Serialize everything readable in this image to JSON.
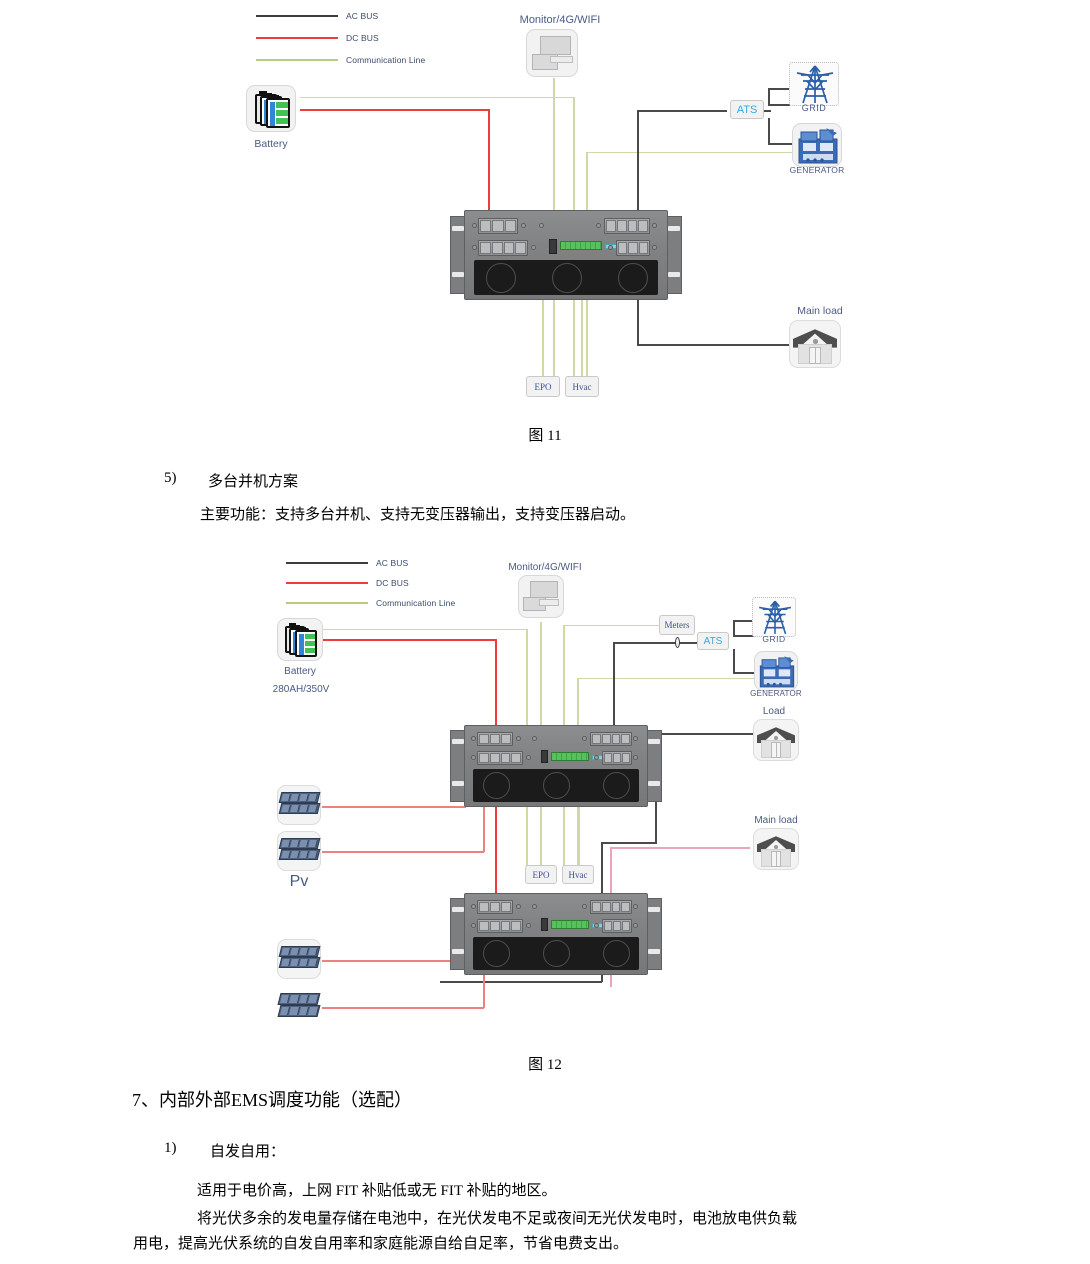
{
  "document": {
    "figure1_caption": "图  11",
    "figure2_caption": "图  12",
    "list_item_5_num": "5)",
    "list_item_5_text": "多台并机方案",
    "list_item_5_desc": "主要功能：支持多台并机、支持无变压器输出，支持变压器启动。",
    "section_7_title": "7、内部外部EMS调度功能（选配）",
    "list_item_1_num": "1)",
    "list_item_1_text": "自发自用：",
    "para_1": "适用于电价高，上网 FIT 补贴低或无 FIT 补贴的地区。",
    "para_2_line1": "将光伏多余的发电量存储在电池中，在光伏发电不足或夜间无光伏发电时，电池放电供负载",
    "para_2_line2": "用电，提高光伏系统的自发自用率和家庭能源自给自足率，节省电费支出。"
  },
  "legend": {
    "ac_bus": "AC BUS",
    "dc_bus": "DC BUS",
    "communication_line": "Communication Line"
  },
  "colors": {
    "ac_bus": "#4a4a4a",
    "dc_bus": "#ef3b3b",
    "communication_line": "#cfd9a8",
    "label_blue": "#4a5a86",
    "ats_blue": "#35a8e0",
    "pink_load": "#e8a6b8"
  },
  "diagram1": {
    "monitor_label": "Monitor/4G/WIFI",
    "battery_label": "Battery",
    "ats_label": "ATS",
    "grid_label": "GRID",
    "generator_label": "GENERATOR",
    "main_load_label": "Main load",
    "epo_label": "EPO",
    "hvac_label": "Hvac"
  },
  "diagram2": {
    "monitor_label": "Monitor/4G/WIFI",
    "battery_label": "Battery",
    "battery_spec": "280AH/350V",
    "meters_label": "Meters",
    "ats_label": "ATS",
    "grid_label": "GRID",
    "generator_label": "GENERATOR",
    "load_label": "Load",
    "main_load_label": "Main load",
    "pv_label": "Pv",
    "epo_label": "EPO",
    "hvac_label": "Hvac"
  }
}
